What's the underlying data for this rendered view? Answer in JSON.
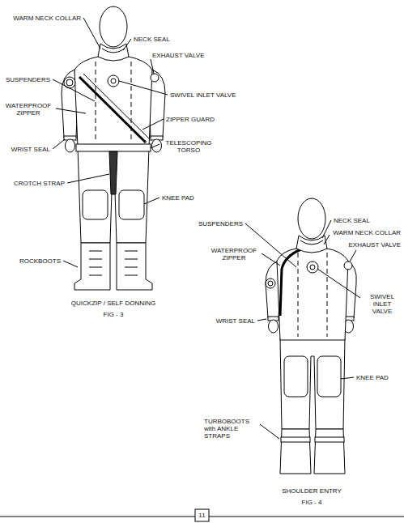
{
  "diagram": {
    "labels": [
      "WARM NECK COLLAR",
      "NECK SEAL",
      "EXHAUST VALVE",
      "SUSPENDERS",
      "SWIVEL INLET VALVE",
      "WATERPROOF ZIPPER",
      "ZIPPER GUARD",
      "WRIST SEAL",
      "TELESCOPING TORSO",
      "CROTCH STRAP",
      "KNEE PAD",
      "ROCKBOOTS",
      "QUICKZIP / SELF DONNING",
      "FIG - 3",
      "SUSPENDERS",
      "NECK SEAL",
      "WARM NECK COLLAR",
      "EXHAUST VALVE",
      "WATERPROOF ZIPPER",
      "SWIVEL INLET VALVE",
      "WRIST SEAL",
      "KNEE PAD",
      "TURBOBOOTS with ANKLE STRAPS",
      "SHOULDER ENTRY",
      "FIG - 4",
      "11"
    ]
  }
}
